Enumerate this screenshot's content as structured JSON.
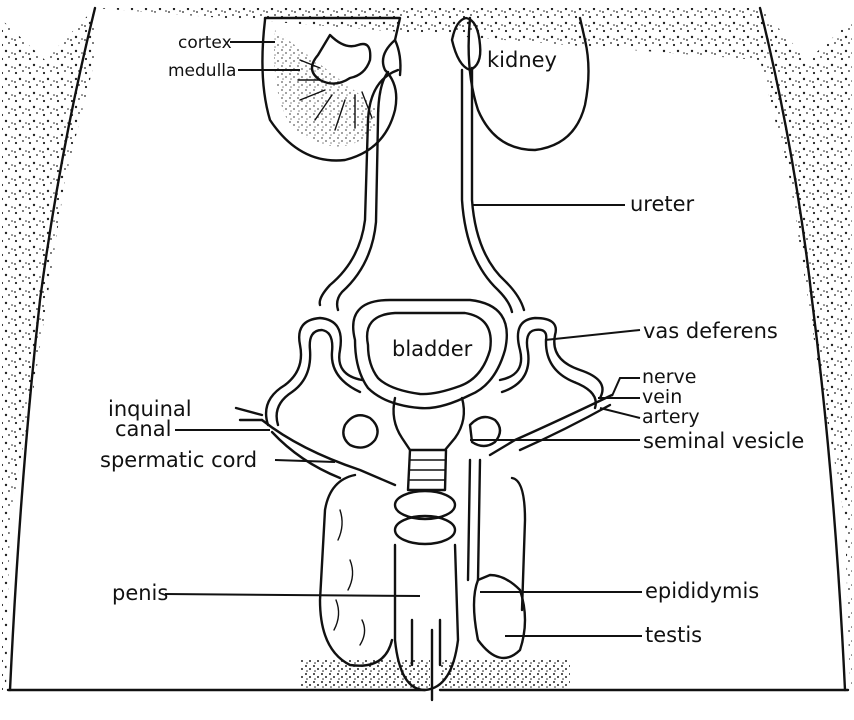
{
  "labels": {
    "cortex": "cortex",
    "medulla": "medulla",
    "kidney": "kidney",
    "ureter": "ureter",
    "vas_deferens": "vas deferens",
    "bladder": "bladder",
    "nerve": "nerve",
    "vein": "vein",
    "artery": "artery",
    "inguinal_canal_line1": "inquinal",
    "inguinal_canal_line2": "canal",
    "seminal_vesicle": "seminal vesicle",
    "spermatic_cord": "spermatic cord",
    "penis": "penis",
    "epididymis": "epididymis",
    "testis": "testis"
  },
  "colors": {
    "ink": "#111111",
    "paper": "#ffffff",
    "stipple": "#222222"
  }
}
